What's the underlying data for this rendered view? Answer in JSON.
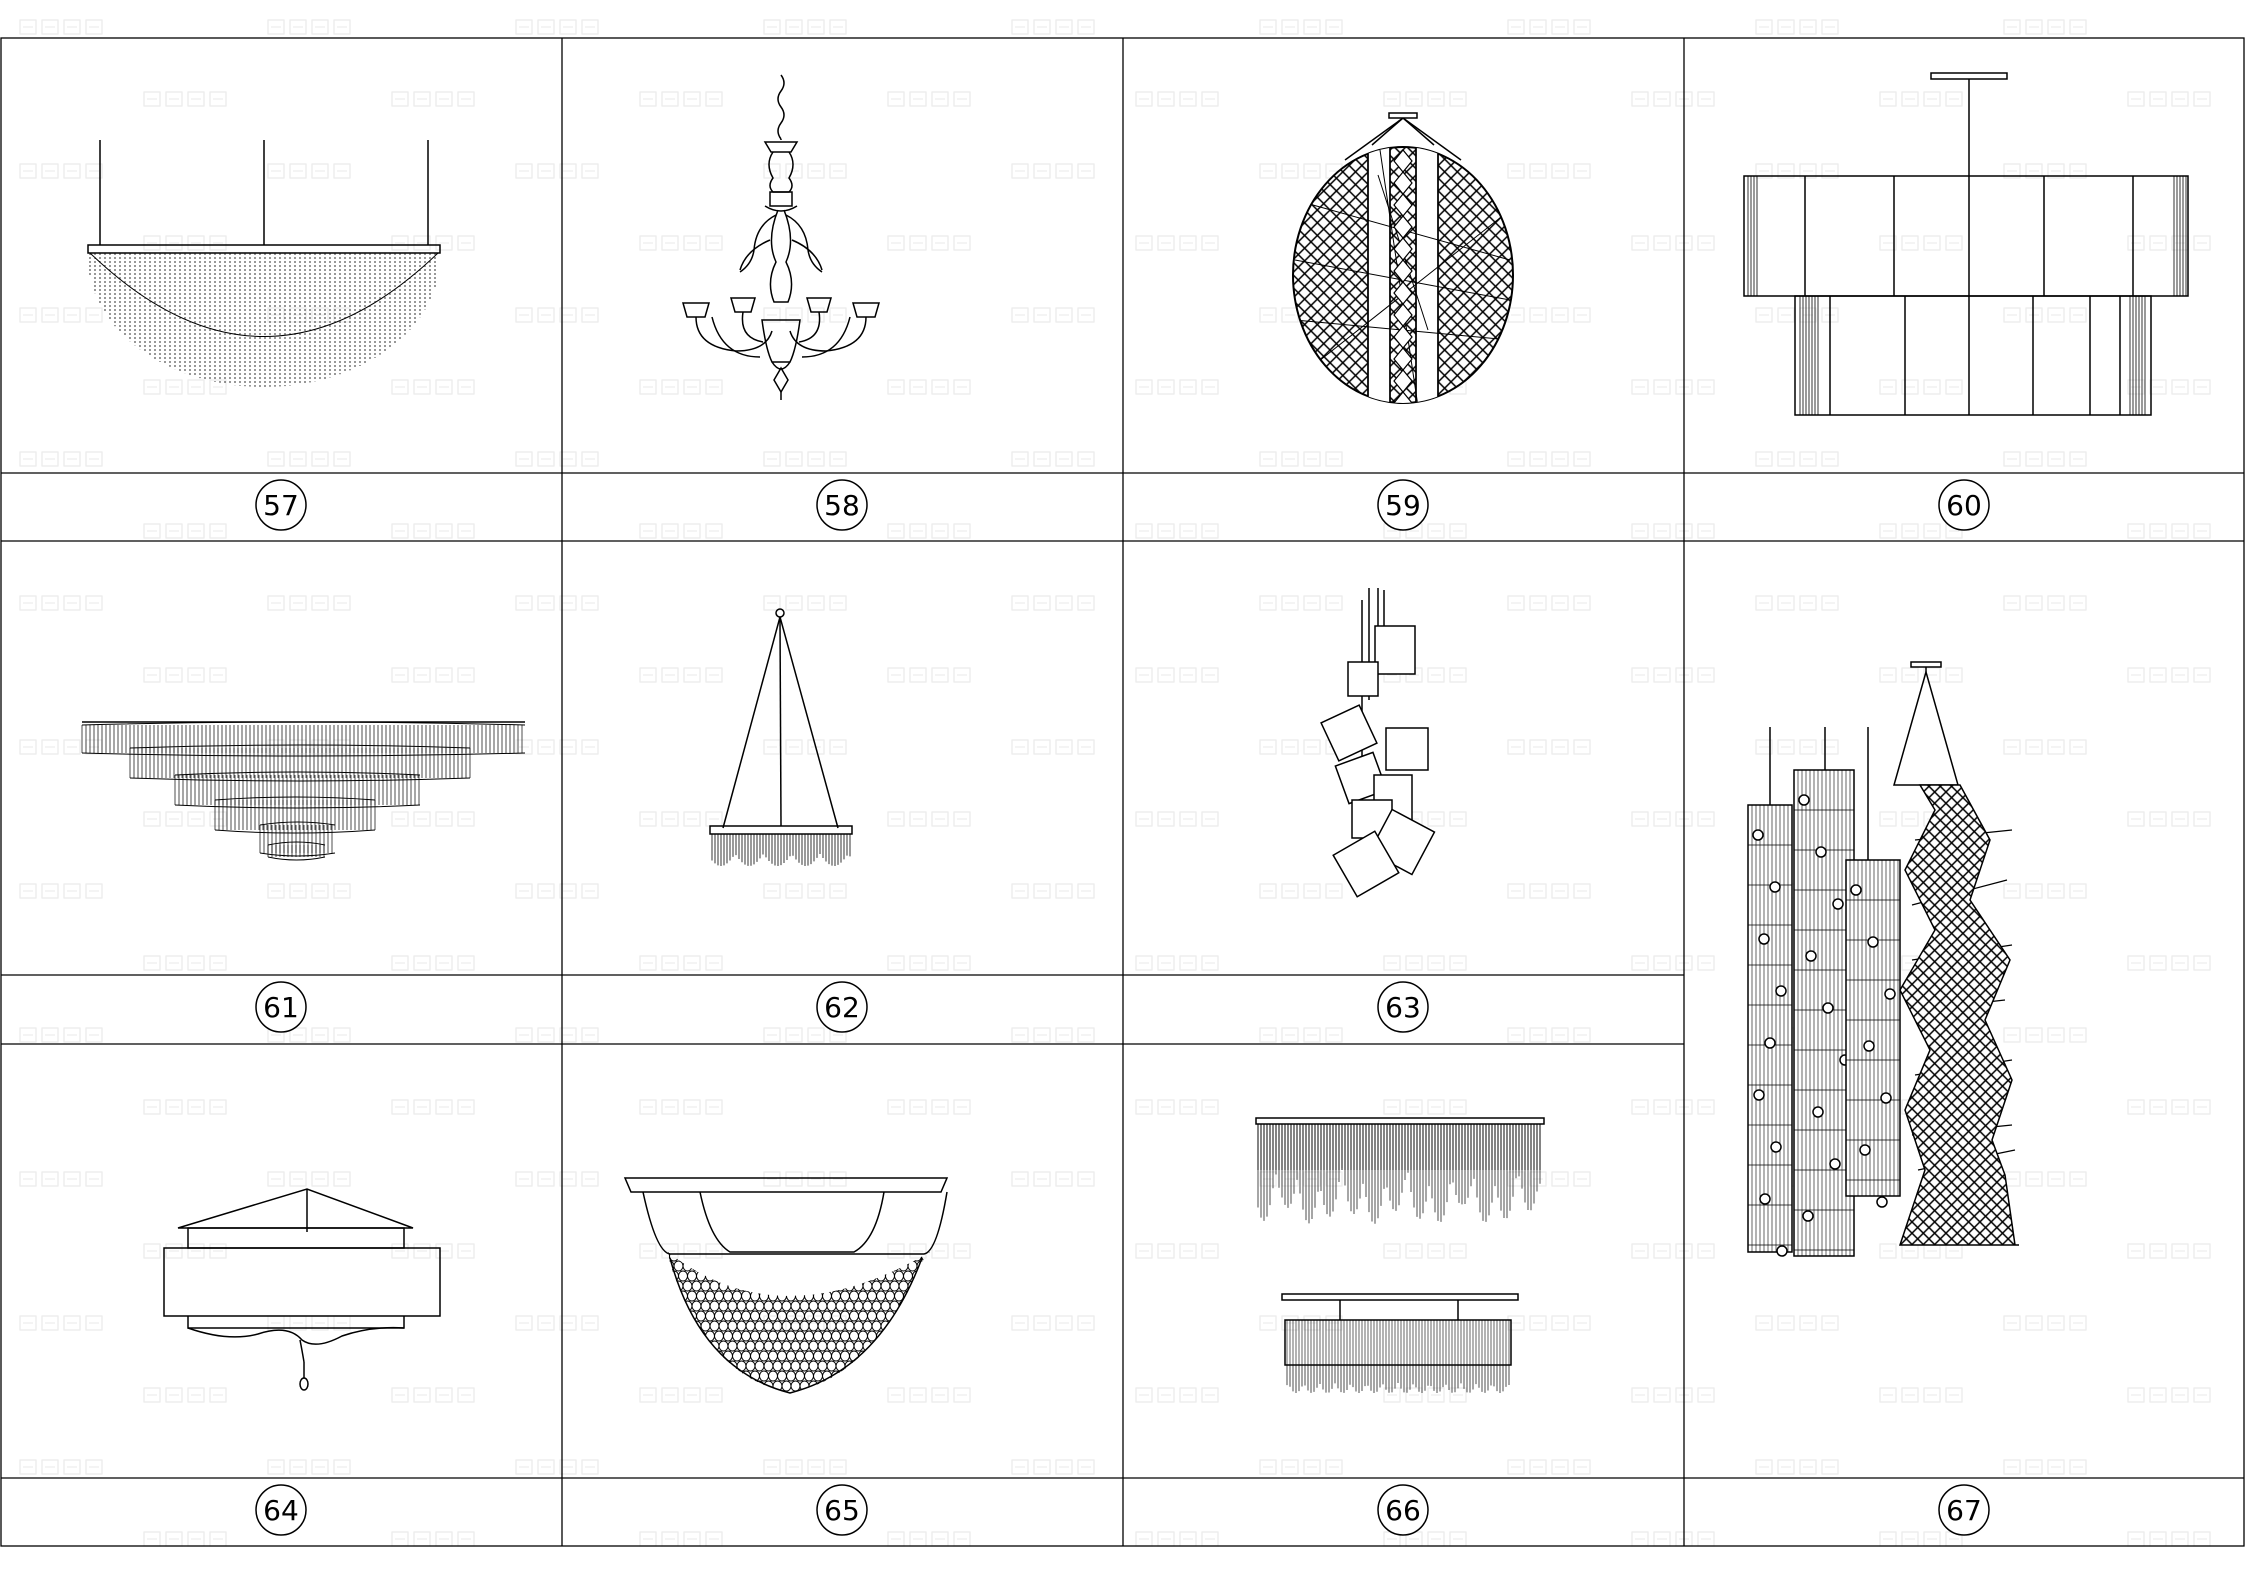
{
  "sheet": {
    "background": "#ffffff",
    "line_color": "#000000",
    "watermark_color": "#d9d9d9"
  },
  "cells": [
    {
      "number": "57",
      "drawing": "crystal-bowl-chandelier-icon"
    },
    {
      "number": "58",
      "drawing": "classic-arm-chandelier-icon"
    },
    {
      "number": "59",
      "drawing": "mesh-sphere-pendant-icon"
    },
    {
      "number": "60",
      "drawing": "two-tier-drum-chandelier-icon"
    },
    {
      "number": "61",
      "drawing": "layered-crystal-ceiling-lamp-icon"
    },
    {
      "number": "62",
      "drawing": "suspended-crystal-ring-icon"
    },
    {
      "number": "63",
      "drawing": "cube-cluster-pendant-icon"
    },
    {
      "number": "64",
      "drawing": "drum-shade-pendant-icon"
    },
    {
      "number": "65",
      "drawing": "crystal-bowl-ceiling-lamp-icon"
    },
    {
      "number": "66",
      "drawing": "rectangular-crystal-chandelier-icon"
    },
    {
      "number": "67",
      "drawing": "column-pendants-and-twisted-column-icon"
    }
  ]
}
